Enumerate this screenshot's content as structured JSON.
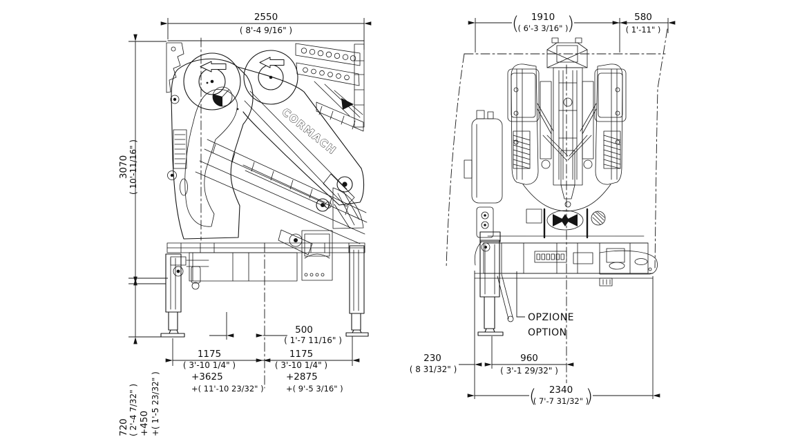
{
  "brand": "CORMACH",
  "colors": {
    "line": "#141414",
    "background": "#ffffff"
  },
  "symbols": {
    "paren_open": "(",
    "paren_close": ")"
  },
  "side_view": {
    "dim_width": {
      "num": "2550",
      "imp": "( 8'-4 9/16\" )"
    },
    "dim_height": {
      "num": "3070",
      "imp": "( 10'-11/16\" )"
    },
    "dim_ground": {
      "num": "720",
      "imp": "( 2'-4 7/32\" )",
      "opt": "+450",
      "opt_imp": "+( 1'-5 23/32\" )"
    },
    "dim_offset": {
      "num": "500",
      "imp": "( 1'-7 11/16\" )"
    },
    "dim_spread_left": {
      "num": "1175",
      "imp": "( 3'-10 1/4\" )",
      "ext": "+3625",
      "ext_imp": "+( 11'-10 23/32\" )"
    },
    "dim_spread_right": {
      "num": "1175",
      "imp": "( 3'-10 1/4\" )",
      "ext": "+2875",
      "ext_imp": "+( 9'-5 3/16\" )"
    }
  },
  "rear_view": {
    "dim_width": {
      "num": "1910",
      "imp": "( 6'-3 3/16\" )"
    },
    "dim_side": {
      "num": "580",
      "imp": "( 1'-11\" )"
    },
    "dim_offset": {
      "num": "230",
      "imp": "( 8 31/32\" )"
    },
    "dim_track": {
      "num": "960",
      "imp": "( 3'-1 29/32\" )"
    },
    "dim_overall": {
      "num": "2340",
      "imp": "( 7'-7 31/32\" )"
    },
    "option_label": {
      "line1": "OPZIONE",
      "line2": "OPTION"
    }
  }
}
